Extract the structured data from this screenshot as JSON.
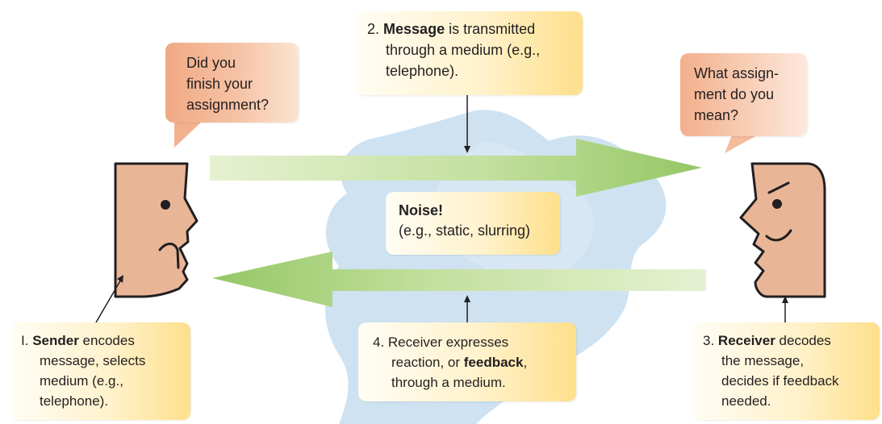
{
  "speech_sender": {
    "lines": [
      "Did you",
      "finish your",
      "assignment?"
    ]
  },
  "speech_receiver": {
    "lines": [
      "What assign-",
      "ment do you",
      "mean?"
    ]
  },
  "step_message": {
    "number": "2.",
    "term": "Message",
    "line1_rest": " is transmitted",
    "line2": "through a medium (e.g.,",
    "line3": "telephone)."
  },
  "noise": {
    "title": "Noise!",
    "detail": "(e.g., static, slurring)"
  },
  "step_sender": {
    "number": "I.",
    "term": "Sender",
    "line1_rest": " encodes",
    "line2": "message, selects",
    "line3": "medium (e.g.,",
    "line4": "telephone)."
  },
  "step_feedback": {
    "line1": "4. Receiver expresses",
    "line2_pre": "reaction, or ",
    "term": "feedback",
    "line2_post": ",",
    "line3": "through a medium."
  },
  "step_receiver": {
    "number": "3.",
    "term": "Receiver",
    "line1_rest": " decodes",
    "line2": "the message,",
    "line3": "decides if feedback",
    "line4": "needed."
  },
  "colors": {
    "arrow_green": "#a9d27a",
    "noise_cloud": "#c9dfef",
    "face_fill": "#e8b697",
    "speech_bubble": "#f4b894",
    "note_box": "#fff0c4"
  }
}
